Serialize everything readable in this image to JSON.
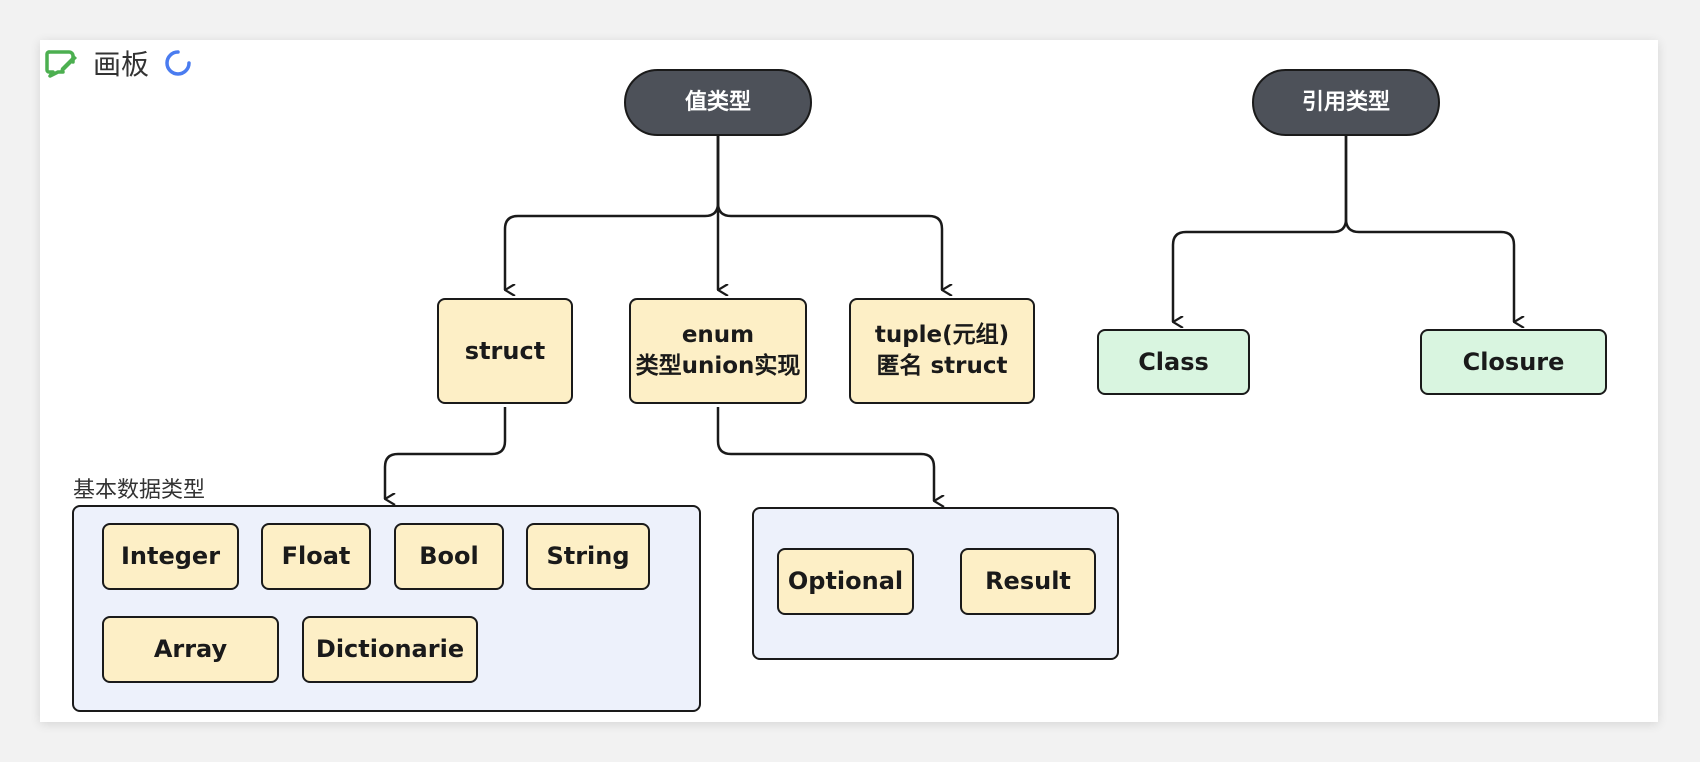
{
  "header": {
    "title": "画板",
    "icons": [
      "board-edit-icon",
      "loading-spinner-icon"
    ]
  },
  "nodes": {
    "value_type": "值类型",
    "reference_type": "引用类型",
    "struct": "struct",
    "enum_line1": "enum",
    "enum_line2": "类型union实现",
    "tuple_line1": "tuple(元组)",
    "tuple_line2": "匿名 struct",
    "class": "Class",
    "closure": "Closure"
  },
  "basic_group": {
    "label": "基本数据类型",
    "items": [
      "Integer",
      "Float",
      "Bool",
      "String",
      "Array",
      "Dictionarie"
    ]
  },
  "enum_group": {
    "items": [
      "Optional",
      "Result"
    ]
  },
  "colors": {
    "dark_node": "#4d5159",
    "yellow_node": "#fdefc6",
    "green_node": "#d9f5e0",
    "group_bg": "#edf1fb",
    "header_icon": "#4caf50",
    "spinner": "#4a7cf0"
  }
}
